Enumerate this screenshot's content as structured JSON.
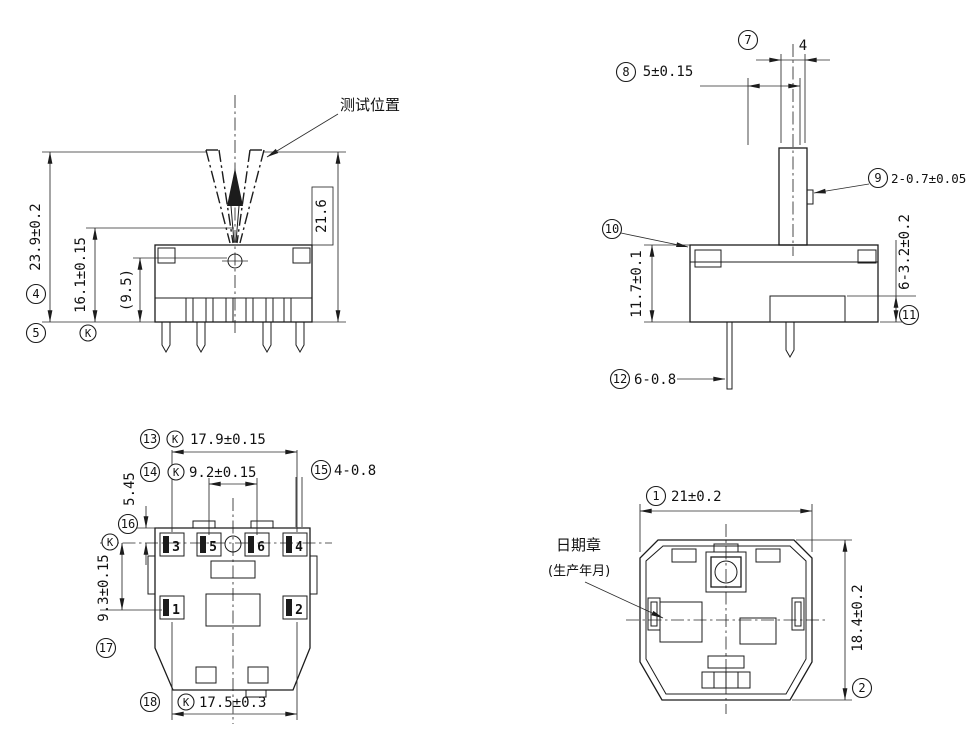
{
  "symbols": {
    "k": "K"
  },
  "front_view": {
    "test_position_label": "测试位置",
    "balloon_4": "4",
    "dim_total_height": "23.9±0.2",
    "balloon_5": "5",
    "dim_frame_height": "16.1±0.15",
    "dim_ref_height": "(9.5)",
    "dim_lever_height": "21.6"
  },
  "side_view": {
    "balloon_7": "7",
    "dim_knob_width": "4",
    "balloon_8": "8",
    "dim_travel": "5±0.15",
    "balloon_9": "9",
    "dim_slot": "2-0.7±0.05",
    "balloon_10": "10",
    "dim_body_height": "11.7±0.1",
    "balloon_11": "11",
    "dim_step": "6-3.2±0.2",
    "balloon_12": "12",
    "dim_pin": "6-0.8"
  },
  "bottom_view": {
    "balloon_13": "13",
    "dim_outer_pitch": "17.9±0.15",
    "balloon_14": "14",
    "dim_inner_pitch": "9.2±0.15",
    "balloon_15": "15",
    "dim_terminal_width": "4-0.8",
    "balloon_16": "16",
    "dim_top_offset": "5.45",
    "balloon_17": "17",
    "dim_row_pitch": "9.3±0.15",
    "balloon_18": "18",
    "dim_bottom_pitch": "17.5±0.3",
    "terminal_numbers": [
      "3",
      "5",
      "6",
      "4",
      "1",
      "2"
    ]
  },
  "top_view": {
    "balloon_1": "1",
    "dim_width": "21±0.2",
    "balloon_2": "2",
    "dim_depth": "18.4±0.2",
    "date_stamp_label": "日期章",
    "date_stamp_note": "(生产年月)"
  }
}
